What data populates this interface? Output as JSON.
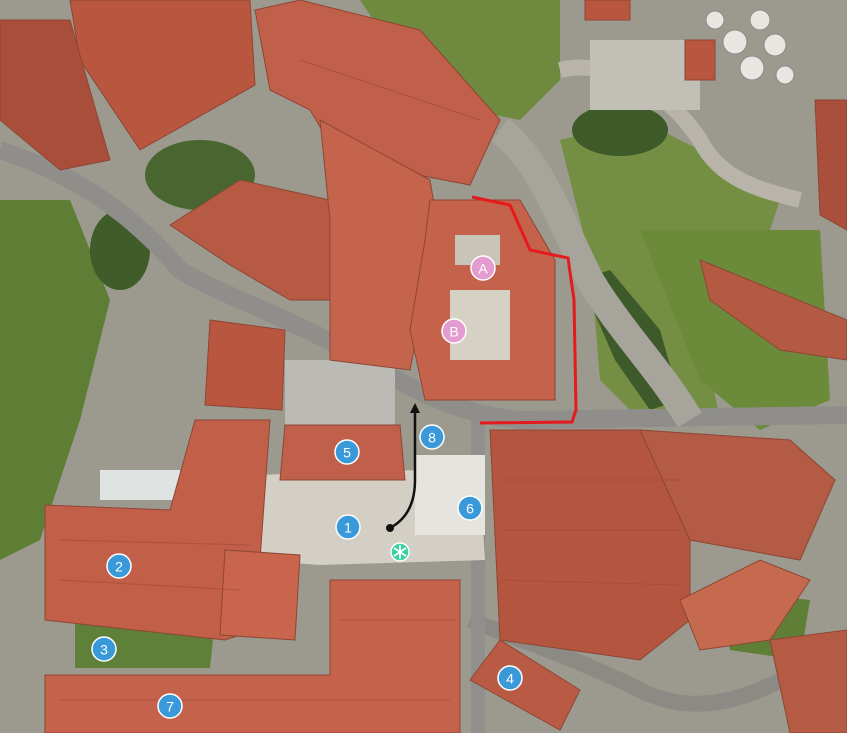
{
  "map": {
    "type": "aerial-satellite",
    "colors": {
      "roof": "#c0604a",
      "roof_dark": "#9e4a37",
      "grass": "#6f8a3e",
      "trees": "#3f5a2a",
      "pavement": "#b9b6ae",
      "road": "#8f8e8a",
      "plaza": "#d6d2c8",
      "route_red": "#e41a1c",
      "route_black": "#111111",
      "marker_blue": "#3a9ad9",
      "marker_pink": "#e49bd0",
      "start_marker": "#35d3a0"
    },
    "numbered_markers": [
      {
        "label": "1"
      },
      {
        "label": "2"
      },
      {
        "label": "3"
      },
      {
        "label": "4"
      },
      {
        "label": "5"
      },
      {
        "label": "6"
      },
      {
        "label": "7"
      },
      {
        "label": "8"
      }
    ],
    "lettered_markers": [
      {
        "label": "A"
      },
      {
        "label": "B"
      }
    ],
    "start_point": {
      "icon": "asterisk-start-icon"
    }
  }
}
